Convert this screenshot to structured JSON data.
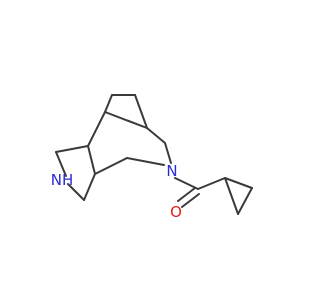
{
  "molecule": {
    "atoms": {
      "amine_nitrogen": "NH",
      "amide_nitrogen": "N",
      "carbonyl_oxygen": "O"
    },
    "colors": {
      "bond": "#3a3a3a",
      "nitrogen": "#2b2bd6",
      "oxygen": "#e02020",
      "background": "#ffffff"
    }
  }
}
